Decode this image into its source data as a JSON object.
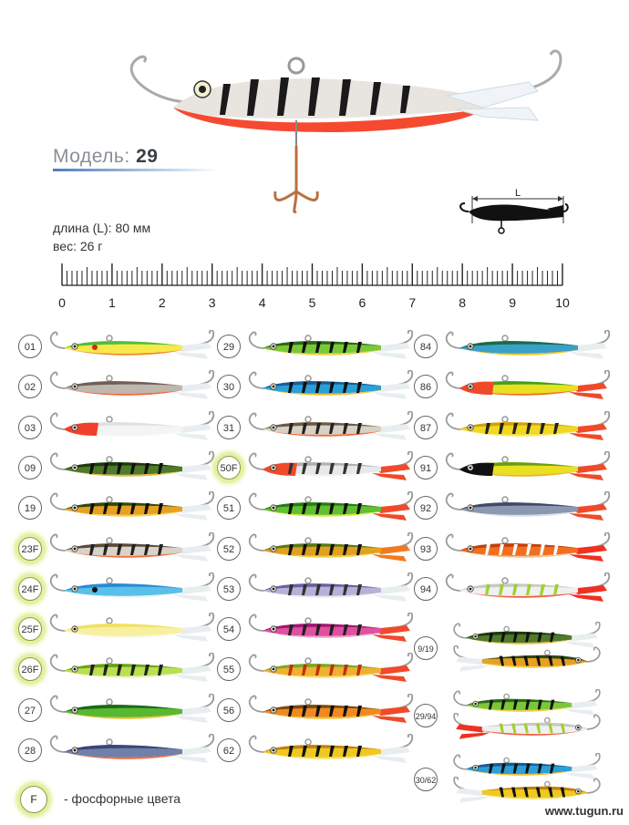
{
  "header": {
    "model_label": "Модель:",
    "model_number": "29",
    "length": "длина (L): 80 мм",
    "weight": "вес: 26 г",
    "dimension_label": "L"
  },
  "ruler": {
    "labels": [
      "0",
      "1",
      "2",
      "3",
      "4",
      "5",
      "6",
      "7",
      "8",
      "9",
      "10"
    ]
  },
  "colors": {
    "phosphor_glow": "#d4e86e",
    "accent_blue": "#4b7fb8",
    "hook": "#b8b8b8",
    "belly_red": "#f04a2a"
  },
  "columns": [
    [
      {
        "code": "01",
        "phos": false,
        "body": "#f7e94a",
        "back": "#4fbf3a",
        "belly": "#f28a2a",
        "stripes": "",
        "dot": "#e02020",
        "tail": "#e8eef0"
      },
      {
        "code": "02",
        "phos": false,
        "body": "#bfb6ad",
        "back": "#6d6058",
        "belly": "#f06a3a",
        "stripes": "",
        "dot": "",
        "tail": "#e8eef0"
      },
      {
        "code": "03",
        "phos": false,
        "body": "#f4f4f4",
        "back": "#e0e0e0",
        "belly": "#f5f5f5",
        "head": "#f0402a",
        "stripes": "",
        "dot": "",
        "tail": "#e8eef0"
      },
      {
        "code": "09",
        "phos": false,
        "body": "#4f7a2a",
        "back": "#1e3a10",
        "belly": "#e8b840",
        "stripes": "#111",
        "dot": "",
        "tail": "#e8eef0"
      },
      {
        "code": "19",
        "phos": false,
        "body": "#e8a020",
        "back": "#2a4a18",
        "belly": "#f5d050",
        "stripes": "#111",
        "dot": "",
        "tail": "#e8eef0"
      },
      {
        "code": "23F",
        "phos": true,
        "body": "#d8d2c8",
        "back": "#5a4a3a",
        "belly": "#f07040",
        "stripes": "#222",
        "dot": "",
        "tail": "#e8eef0"
      },
      {
        "code": "24F",
        "phos": true,
        "body": "#5ac0ea",
        "back": "#2a8ad0",
        "belly": "#e8f4f8",
        "stripes": "",
        "dot": "#111",
        "tail": "#e8eef0"
      },
      {
        "code": "25F",
        "phos": true,
        "body": "#f8f0a0",
        "back": "#f0e060",
        "belly": "#f8f8e0",
        "stripes": "",
        "dot": "",
        "tail": "#e8eef0"
      },
      {
        "code": "26F",
        "phos": true,
        "body": "#b8e050",
        "back": "#6aa020",
        "belly": "#f0f0c0",
        "stripes": "#222",
        "dot": "",
        "tail": "#e8eef0"
      },
      {
        "code": "27",
        "phos": false,
        "body": "#58b830",
        "back": "#1a6a18",
        "belly": "#f0c030",
        "stripes": "",
        "dot": "",
        "tail": "#e8eef0"
      },
      {
        "code": "28",
        "phos": false,
        "body": "#7080a8",
        "back": "#3a4478",
        "belly": "#f06a3a",
        "stripes": "",
        "dot": "",
        "tail": "#e8eef0"
      }
    ],
    [
      {
        "code": "29",
        "phos": false,
        "body": "#7ac838",
        "back": "#2a6a18",
        "belly": "#f0d040",
        "stripes": "#111",
        "dot": "",
        "tail": "#e8eef0"
      },
      {
        "code": "30",
        "phos": false,
        "body": "#2aa0d8",
        "back": "#1a5a98",
        "belly": "#f0c030",
        "stripes": "#111",
        "dot": "",
        "tail": "#e8eef0"
      },
      {
        "code": "31",
        "phos": false,
        "body": "#d8d0c4",
        "back": "#6a5a48",
        "belly": "#f06a3a",
        "stripes": "#222",
        "dot": "",
        "tail": "#e8eef0"
      },
      {
        "code": "50F",
        "phos": true,
        "body": "#e8e8e8",
        "back": "#b0b0b0",
        "belly": "#f5f5f5",
        "head": "#f04a2a",
        "stripes": "#333",
        "dot": "",
        "tail": "#f04a2a"
      },
      {
        "code": "51",
        "phos": false,
        "body": "#60c030",
        "back": "#2a7a18",
        "belly": "#d8e830",
        "stripes": "#111",
        "dot": "",
        "tail": "#f04a2a"
      },
      {
        "code": "52",
        "phos": false,
        "body": "#e0a020",
        "back": "#5a7a18",
        "belly": "#f0d040",
        "stripes": "#111",
        "dot": "",
        "tail": "#f07a20"
      },
      {
        "code": "53",
        "phos": false,
        "body": "#b8b0d8",
        "back": "#6a60a0",
        "belly": "#e8e8f0",
        "stripes": "#333",
        "dot": "",
        "tail": "#e8eef0"
      },
      {
        "code": "54",
        "phos": false,
        "body": "#e050a0",
        "back": "#a01870",
        "belly": "#f0a0c8",
        "stripes": "#222",
        "dot": "",
        "tail": "#f04a2a"
      },
      {
        "code": "55",
        "phos": false,
        "body": "#f0b030",
        "back": "#7aa828",
        "belly": "#f8e070",
        "stripes": "#c03010",
        "dot": "",
        "tail": "#f04a2a"
      },
      {
        "code": "56",
        "phos": false,
        "body": "#f08a20",
        "back": "#7a4a10",
        "belly": "#f8c030",
        "stripes": "#111",
        "dot": "",
        "tail": "#f04a2a"
      },
      {
        "code": "62",
        "phos": false,
        "body": "#f0c820",
        "back": "#c08010",
        "belly": "#f8e060",
        "stripes": "#111",
        "dot": "",
        "tail": "#e8eef0"
      }
    ],
    [
      {
        "code": "84",
        "phos": false,
        "body": "#3aa0c8",
        "back": "#1a6a48",
        "belly": "#f0c820",
        "stripes": "",
        "dot": "",
        "tail": "#e8eef0"
      },
      {
        "code": "86",
        "phos": false,
        "body": "#e8e020",
        "back": "#40a020",
        "belly": "#f07020",
        "head": "#f04a2a",
        "stripes": "",
        "dot": "",
        "tail": "#f04a2a"
      },
      {
        "code": "87",
        "phos": false,
        "body": "#f0d820",
        "back": "#d0a010",
        "belly": "#f8e860",
        "stripes": "#222",
        "dot": "",
        "tail": "#f04a2a"
      },
      {
        "code": "91",
        "phos": false,
        "body": "#e8e020",
        "back": "#6a9a18",
        "belly": "#f0b020",
        "head": "#111",
        "stripes": "",
        "dot": "#111",
        "tail": "#f04a2a"
      },
      {
        "code": "92",
        "phos": false,
        "body": "#8a98b0",
        "back": "#404a68",
        "belly": "#d8dce8",
        "stripes": "",
        "dot": "",
        "tail": "#f04a2a"
      },
      {
        "code": "93",
        "phos": false,
        "body": "#f07020",
        "back": "#c04010",
        "belly": "#f8c090",
        "stripes": "#f8f8f8",
        "dot": "",
        "tail": "#f03020"
      },
      {
        "code": "94",
        "phos": false,
        "body": "#f0f0f0",
        "back": "#c8c8c8",
        "belly": "#f06040",
        "stripes": "#a0d030",
        "dot": "",
        "tail": "#f03020"
      }
    ]
  ],
  "pairs": [
    {
      "code": "9/19",
      "lures": [
        {
          "body": "#4f7a2a",
          "back": "#1e3a10",
          "belly": "#e8b840",
          "stripes": "#111",
          "dot": "",
          "tail": "#e8eef0"
        },
        {
          "body": "#e8a020",
          "back": "#2a4a18",
          "belly": "#f5d050",
          "stripes": "#111",
          "dot": "",
          "tail": "#e8eef0"
        }
      ]
    },
    {
      "code": "29/94",
      "lures": [
        {
          "body": "#7ac838",
          "back": "#2a6a18",
          "belly": "#f0d040",
          "stripes": "#111",
          "dot": "",
          "tail": "#e8eef0"
        },
        {
          "body": "#f0f0f0",
          "back": "#c8c8c8",
          "belly": "#f06040",
          "stripes": "#a0d030",
          "dot": "",
          "tail": "#f03020"
        }
      ]
    },
    {
      "code": "30/62",
      "lures": [
        {
          "body": "#2aa0d8",
          "back": "#1a5a98",
          "belly": "#f0c030",
          "stripes": "#111",
          "dot": "",
          "tail": "#e8eef0"
        },
        {
          "body": "#f0c820",
          "back": "#c08010",
          "belly": "#f8e060",
          "stripes": "#111",
          "dot": "",
          "tail": "#e8eef0"
        }
      ]
    }
  ],
  "legend": {
    "badge": "F",
    "text": "- фосфорные цвета"
  },
  "site": "www.tugun.ru"
}
